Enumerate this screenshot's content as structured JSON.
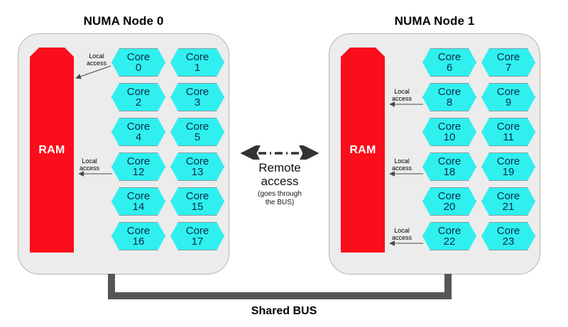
{
  "diagram": {
    "title_left": "NUMA Node 0",
    "title_right": "NUMA Node 1",
    "ram_label": "RAM",
    "core_word": "Core",
    "local_access_line1": "Local",
    "local_access_line2": "access",
    "remote_access_line1": "Remote",
    "remote_access_line2": "access",
    "remote_access_note_line1": "(goes through",
    "remote_access_note_line2": "the BUS)",
    "shared_bus_label": "Shared BUS"
  },
  "colors": {
    "node_fill": "#ececec",
    "node_border": "#b5b5b5",
    "ram_fill": "#fb0d1b",
    "ram_text": "#ffffff",
    "core_fill": "#2ff0ef",
    "core_border": "#7aa0a6",
    "core_text": "#0b2a49",
    "bus_fill": "#565656",
    "background": "#ffffff"
  },
  "nodes": [
    {
      "id": "node-0",
      "title": "NUMA Node 0",
      "ram": "RAM",
      "cores": [
        "0",
        "2",
        "4",
        "12",
        "14",
        "16",
        "1",
        "3",
        "5",
        "13",
        "15",
        "17"
      ],
      "cores_left_column": [
        "0",
        "2",
        "4",
        "12",
        "14",
        "16"
      ],
      "cores_right_column": [
        "1",
        "3",
        "5",
        "13",
        "15",
        "17"
      ],
      "local_access_rows": [
        1,
        4
      ]
    },
    {
      "id": "node-1",
      "title": "NUMA Node 1",
      "ram": "RAM",
      "cores": [
        "6",
        "8",
        "10",
        "18",
        "20",
        "22",
        "7",
        "9",
        "11",
        "19",
        "21",
        "23"
      ],
      "cores_left_column": [
        "6",
        "8",
        "10",
        "18",
        "20",
        "22"
      ],
      "cores_right_column": [
        "7",
        "9",
        "11",
        "19",
        "21",
        "23"
      ],
      "local_access_rows": [
        2,
        4,
        6
      ]
    }
  ]
}
